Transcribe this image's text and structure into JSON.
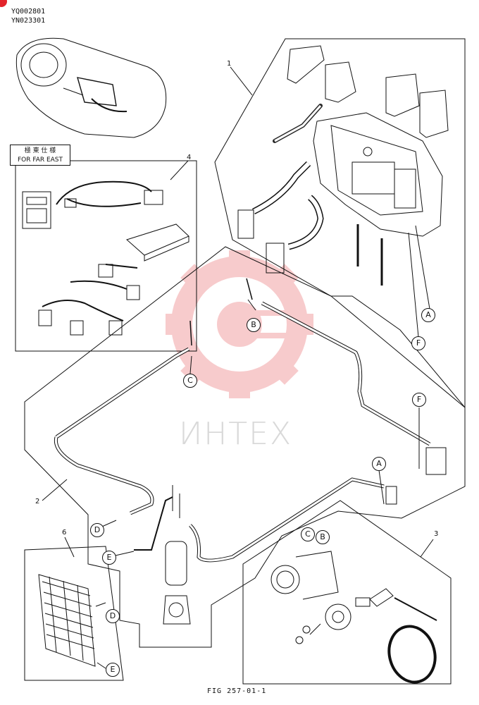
{
  "codes": [
    "YQ002801",
    "YN023301"
  ],
  "note": {
    "jp": "極 東 仕 様",
    "en": "FOR FAR EAST"
  },
  "part_numbers": [
    "1",
    "2",
    "3",
    "4",
    "6"
  ],
  "callouts": [
    "A",
    "B",
    "C",
    "D",
    "E",
    "F"
  ],
  "watermark": "ИНТЕХ",
  "figure": "FIG 257-01-1",
  "colors": {
    "line": "#111111",
    "watermark_gear": "#f2a2a4",
    "corner_badge": "#e3242b",
    "watermark_text": "#d9d9d9"
  }
}
